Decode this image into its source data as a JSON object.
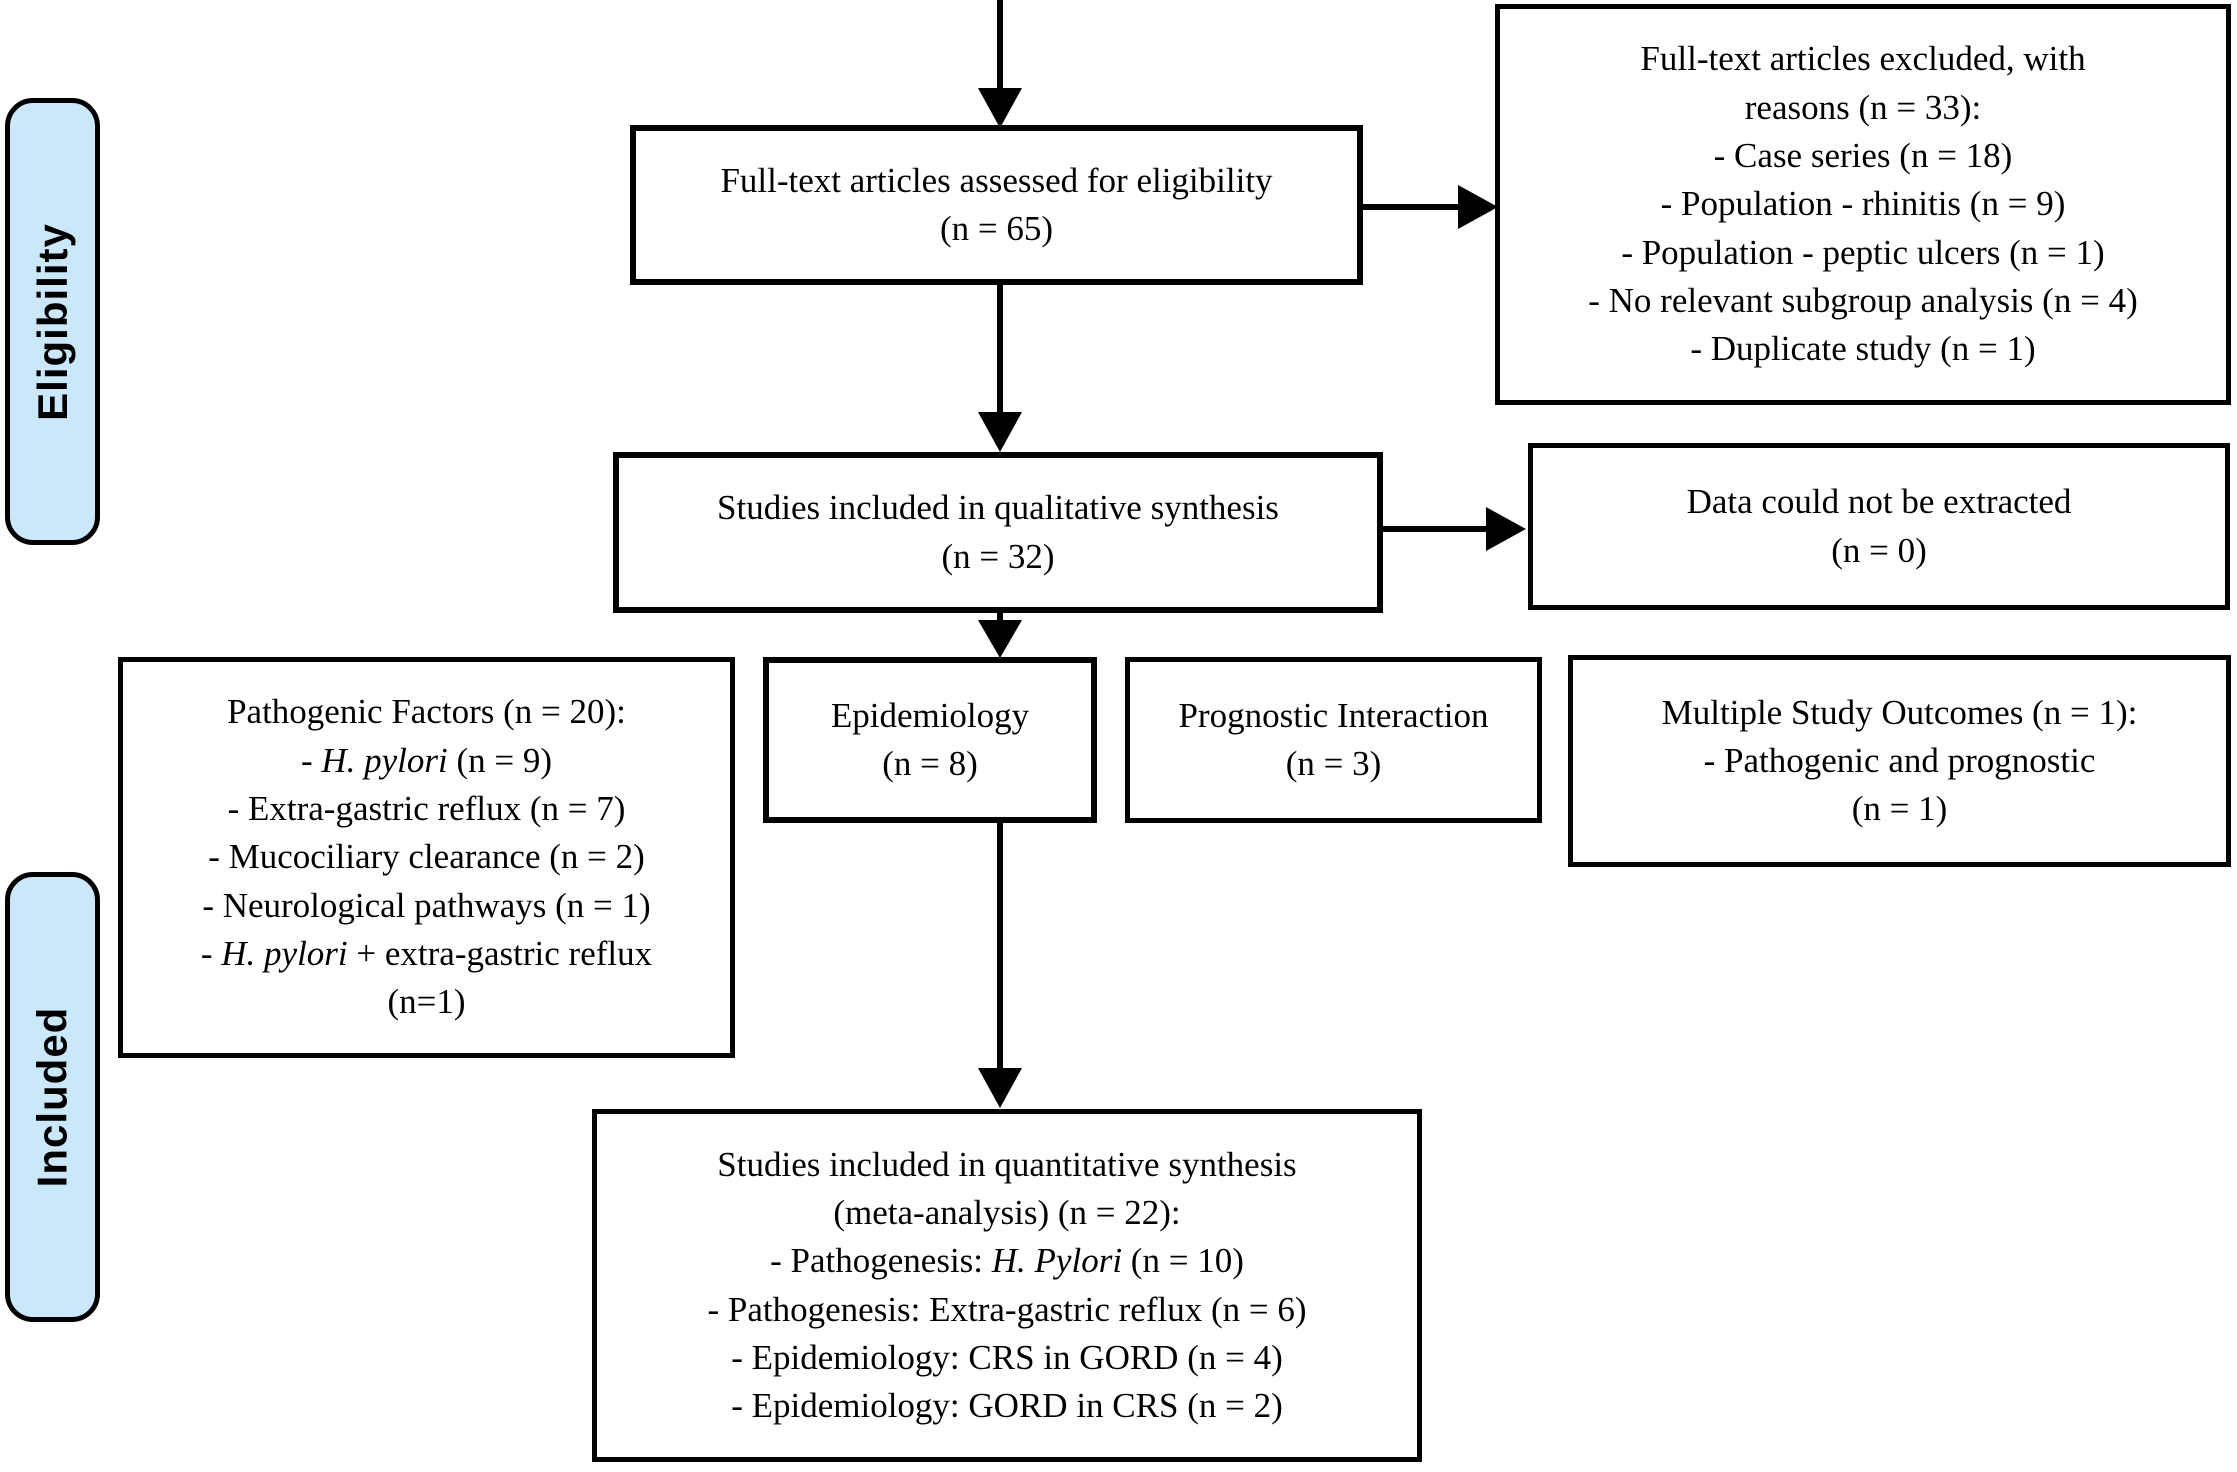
{
  "diagram": {
    "type": "prisma-flow-diagram",
    "colors": {
      "background": "#ffffff",
      "box_border": "#000000",
      "arrow": "#000000",
      "text": "#000000",
      "stage_label_fill": "#cbe8fa"
    },
    "stage_labels": {
      "eligibility": "Eligibility",
      "included": "Included"
    },
    "boxes": {
      "assessed": {
        "lines": [
          "Full-text articles assessed for eligibility",
          "(n = 65)"
        ]
      },
      "excluded": {
        "lines": [
          "Full-text articles excluded, with",
          "reasons (n = 33):",
          "- Case series (n = 18)",
          "- Population - rhinitis (n = 9)",
          "- Population - peptic ulcers (n = 1)",
          "- No relevant subgroup analysis (n = 4)",
          "- Duplicate study (n = 1)"
        ]
      },
      "qualitative": {
        "lines": [
          "Studies included in qualitative synthesis",
          "(n = 32)"
        ]
      },
      "not_extracted": {
        "lines": [
          "Data could not be extracted",
          "(n = 0)"
        ]
      },
      "pathogenic": {
        "lines": [
          "Pathogenic Factors (n = 20):",
          [
            {
              "text": "- "
            },
            {
              "text": "H. pylori",
              "italic": true
            },
            {
              "text": " (n = 9)"
            }
          ],
          "- Extra-gastric reflux (n = 7)",
          "- Mucociliary clearance (n = 2)",
          "- Neurological pathways (n = 1)",
          [
            {
              "text": "- "
            },
            {
              "text": "H. pylori",
              "italic": true
            },
            {
              "text": " + extra-gastric reflux"
            }
          ],
          "(n=1)"
        ]
      },
      "epidemiology": {
        "lines": [
          "Epidemiology",
          "(n = 8)"
        ]
      },
      "prognostic": {
        "lines": [
          "Prognostic Interaction",
          "(n = 3)"
        ]
      },
      "multiple": {
        "lines": [
          "Multiple Study Outcomes (n = 1):",
          "- Pathogenic and prognostic",
          "(n = 1)"
        ]
      },
      "quantitative": {
        "lines": [
          "Studies included in quantitative synthesis",
          "(meta-analysis) (n = 22):",
          [
            {
              "text": "- Pathogenesis: "
            },
            {
              "text": "H. Pylori",
              "italic": true
            },
            {
              "text": " (n = 10)"
            }
          ],
          "- Pathogenesis: Extra-gastric reflux (n = 6)",
          "- Epidemiology: CRS in GORD (n = 4)",
          "- Epidemiology: GORD in CRS (n = 2)"
        ]
      }
    }
  }
}
